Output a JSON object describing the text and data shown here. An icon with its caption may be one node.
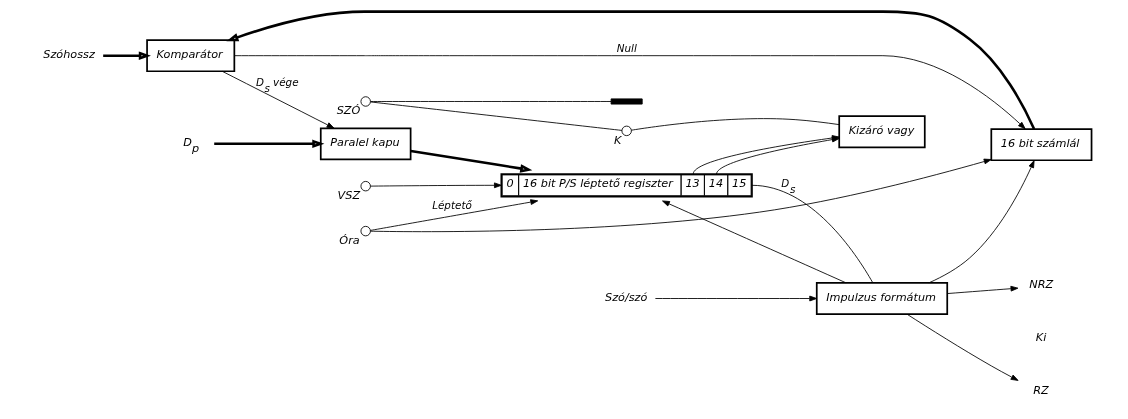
{
  "diagram": {
    "nodes": [
      {
        "text": [
          "Szóhossz"
        ]
      },
      {
        "text": [
          "Komparátor"
        ]
      },
      {
        "text": [
          "16 bit számlál"
        ]
      },
      {
        "text": [
          "D$_{p}$"
        ]
      },
      {
        "text": [
          "Paralel kapu"
        ]
      },
      {
        "text": [
          "Szó/szó"
        ]
      },
      {
        "text": [
          "Impulzus formátum"
        ]
      },
      {
        "text": [
          "Óra"
        ]
      },
      {
        "text": [
          "0",
          "16 bit P/S léptető regiszter",
          "13",
          "14",
          "15"
        ]
      },
      {
        "text": [
          "Kizáró vagy"
        ]
      },
      {
        "text": [
          "RZ"
        ]
      },
      {
        "text": [
          "NRZ"
        ]
      },
      {
        "text": [
          "VSZ"
        ]
      },
      {
        "text": [
          "SZÓ"
        ]
      },
      {
        "text": [
          "K"
        ]
      },
      {
        "text": [],
        "shape": "bar"
      }
    ],
    "edges": [
      {
        "from": 0,
        "to": 1,
        "arrow": "to",
        "style": "thick"
      },
      {
        "from": 2,
        "to": 1,
        "arrow": "to",
        "style": "thick"
      },
      {
        "from": 1,
        "to": 4,
        "arrow": "to",
        "label": "D$_{s}$ vége"
      },
      {
        "from": 1,
        "to": 2,
        "arrow": "to",
        "label": "Null"
      },
      {
        "from": 3,
        "to": 4,
        "arrow": "to",
        "style": "thick"
      },
      {
        "from": 4,
        "to": 8,
        "arrow": "to",
        "style": "thick"
      },
      {
        "from": 5,
        "to": 6,
        "arrow": "to"
      },
      {
        "from": 7,
        "to": 8,
        "arrow": "to",
        "label": "Léptető"
      },
      {
        "from": 7,
        "to": 2,
        "arrow": "to"
      },
      {
        "from": 6,
        "to": 2,
        "arrow": "to"
      },
      {
        "from": 6,
        "to": 8,
        "arrow": "to"
      },
      {
        "from": 8,
        "to": 6,
        "arrow": "none",
        "label": "D$_{s}$"
      },
      {
        "from": 6,
        "to": 10,
        "arrow": "to"
      },
      {
        "from": 6,
        "to": 11,
        "arrow": "to"
      },
      {
        "from": 8,
        "to": 9,
        "arrow": "to"
      },
      {
        "from": 8,
        "to": 9,
        "arrow": "to"
      },
      {
        "from": 12,
        "to": 8,
        "arrow": "to"
      },
      {
        "from": 13,
        "to": 14,
        "arrow": "none"
      },
      {
        "from": 14,
        "to": 9,
        "arrow": "none"
      },
      {
        "from": 13,
        "to": 15,
        "arrow": "none"
      }
    ],
    "labels": [
      "Ki"
    ]
  }
}
